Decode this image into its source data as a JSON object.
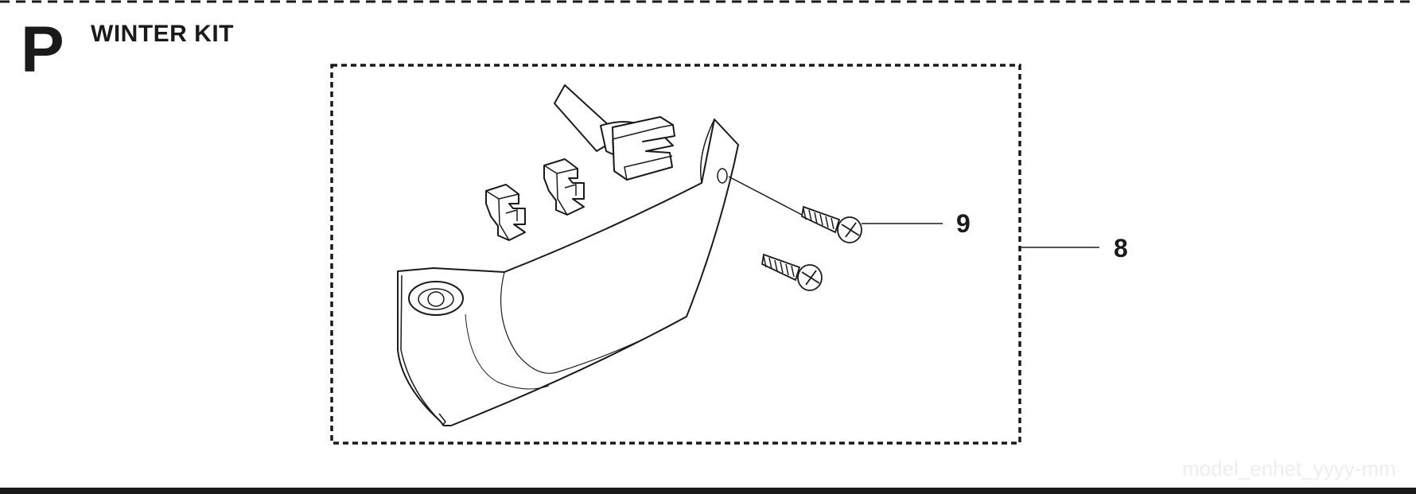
{
  "section": {
    "letter": "P",
    "title": "WINTER KIT"
  },
  "callouts": {
    "screw": "9",
    "kit": "8"
  },
  "watermark": "model_enhet_yyyy-mm",
  "colors": {
    "ink": "#1a1a1a",
    "paper": "#ffffff",
    "watermark": "#eeeeee"
  }
}
